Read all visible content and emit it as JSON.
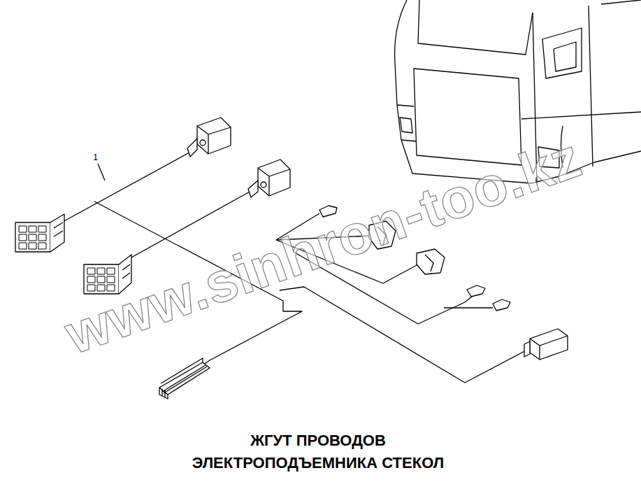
{
  "diagram": {
    "caption": "ЖГУТ ПРОВОДОВ ЭЛЕКТРОПОДЪЕМНИКА СТЕКОЛ",
    "labels": [
      "1",
      "www.sinhron-too.kz"
    ]
  }
}
